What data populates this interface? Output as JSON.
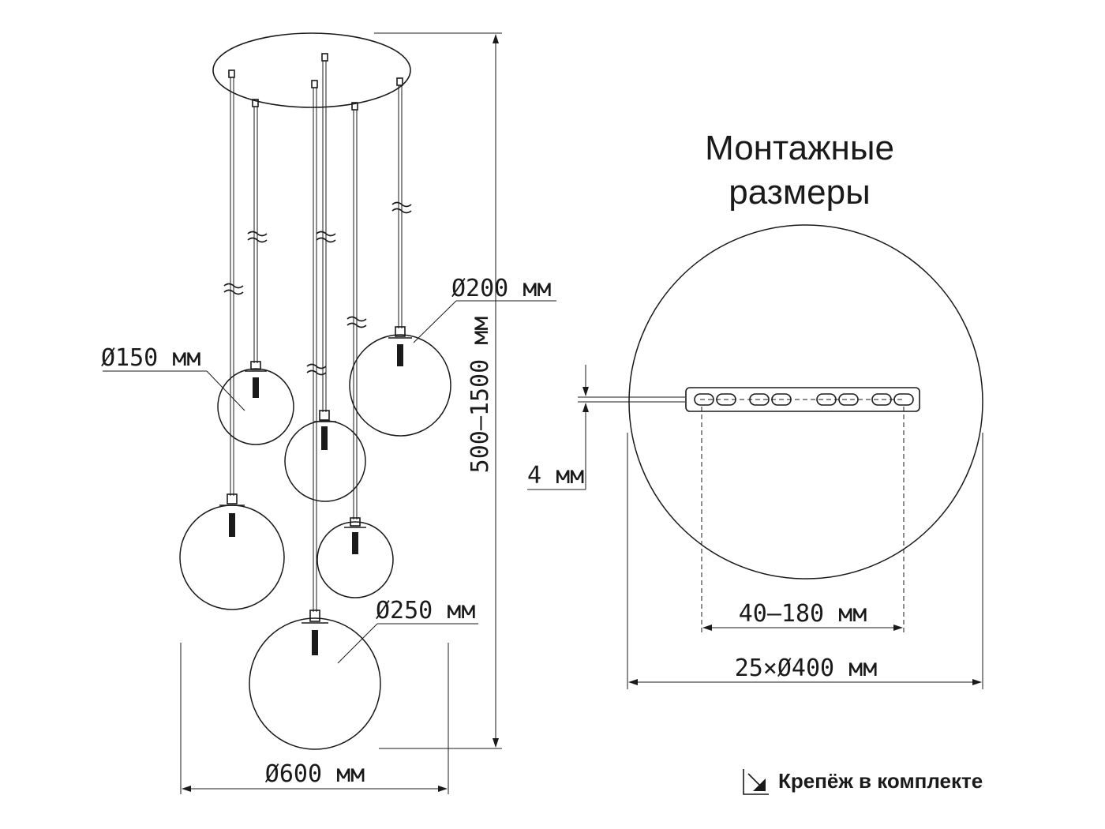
{
  "left_view": {
    "dim_small_diameter": "Ø150 мм",
    "dim_medium_diameter": "Ø200 мм",
    "dim_large_diameter": "Ø250 мм",
    "dim_overall_diameter": "Ø600 мм",
    "dim_height_range": "500–1500 мм"
  },
  "right_view": {
    "title_line1": "Монтажные",
    "title_line2": "размеры",
    "dim_thickness": "4 мм",
    "dim_hole_spacing": "40–180 мм",
    "dim_canopy": "25×Ø400 мм"
  },
  "footer": {
    "note": "Крепёж в комплекте",
    "icon": "arrow-into-box-icon"
  },
  "colors": {
    "line": "#1a1a1a",
    "background": "#ffffff"
  }
}
